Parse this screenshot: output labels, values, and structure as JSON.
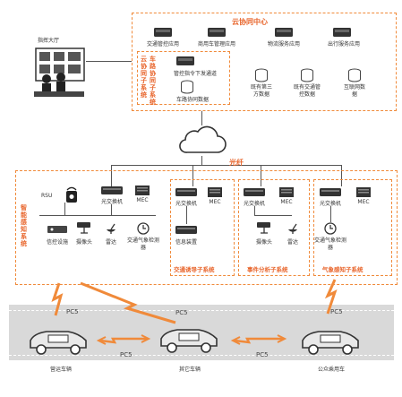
{
  "control_hall": {
    "label": "指挥大厅"
  },
  "cloud_center": {
    "title": "云协同中心",
    "apps": [
      "交通管控应用",
      "商用车管理应用",
      "物流服务应用",
      "出行服务应用"
    ],
    "subsystem_title": "车路协同子系统",
    "subsystem_title_outer": "云协同子系统",
    "dispatch": "管控指令下发通道",
    "dbs": [
      "车路协同数据",
      "既有第三方数据",
      "既有交通管控数据",
      "互联网数据"
    ]
  },
  "network": {
    "label": "光纤"
  },
  "perception": {
    "title": "智能感知系统",
    "rsu": "RSU",
    "left_units": [
      "光交换机",
      "MEC"
    ],
    "left_devices": [
      "信控设施",
      "摄像头",
      "雷达",
      "交通气象检测器"
    ],
    "groups": [
      {
        "title": "交通诱导子系统",
        "units": [
          "光交换机",
          "MEC"
        ],
        "devices": [
          "信息装置"
        ]
      },
      {
        "title": "事件分析子系统",
        "units": [
          "光交换机",
          "MEC"
        ],
        "devices": [
          "摄像头",
          "雷达"
        ]
      },
      {
        "title": "气象感知子系统",
        "units": [
          "光交换机",
          "MEC"
        ],
        "devices": [
          "交通气象检测器"
        ]
      }
    ]
  },
  "vehicles": {
    "link_label": "PC5",
    "items": [
      {
        "label": "营运车辆"
      },
      {
        "label": "其它车辆"
      },
      {
        "label": "公众乘用车"
      }
    ]
  }
}
